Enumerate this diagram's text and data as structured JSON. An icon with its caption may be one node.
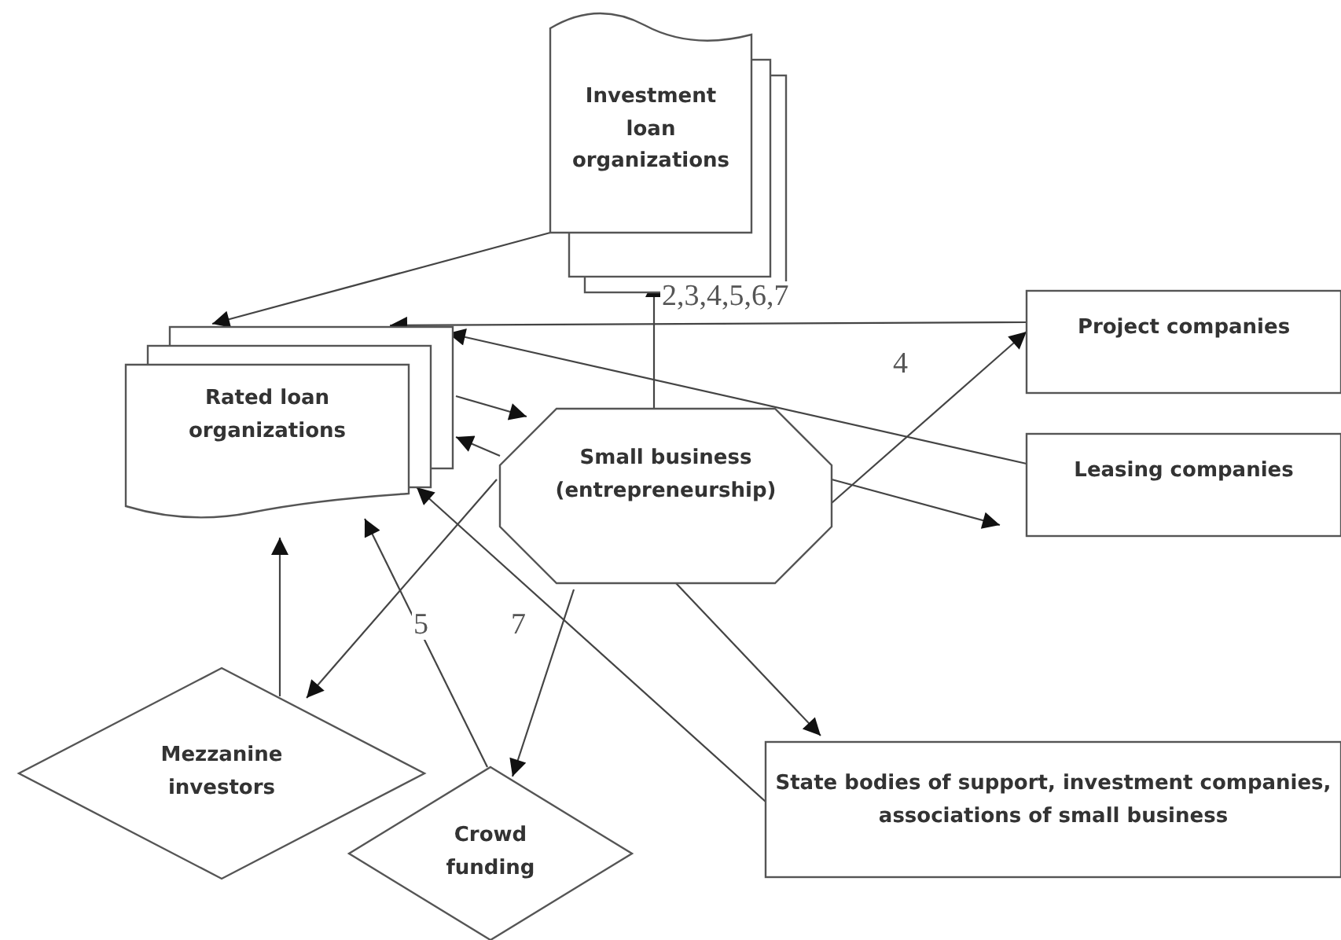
{
  "diagram": {
    "nodes": [
      {
        "text": [
          "Investment loan organizations"
        ]
      },
      {
        "text": [
          "Rated loan organizations"
        ]
      },
      {
        "text": [
          "Small business (entrepreneurship)"
        ]
      },
      {
        "text": [
          "Project companies"
        ]
      },
      {
        "text": [
          "Leasing companies"
        ]
      },
      {
        "text": [
          "Mezzanine investors"
        ]
      },
      {
        "text": [
          "Crowd funding"
        ]
      },
      {
        "text": [
          "State bodies of support, investment companies, associations of small business"
        ]
      }
    ],
    "edges": [
      {
        "from": 0,
        "to": 1,
        "arrow": "to"
      },
      {
        "from": 3,
        "to": 1,
        "arrow": "to"
      },
      {
        "from": 4,
        "to": 1,
        "arrow": "to"
      },
      {
        "from": 1,
        "to": 2,
        "arrow": "to"
      },
      {
        "from": 2,
        "to": 1,
        "arrow": "to"
      },
      {
        "from": 2,
        "to": 0,
        "arrow": "to",
        "label": "2,3,4,5,6,7"
      },
      {
        "from": 2,
        "to": 3,
        "arrow": "to",
        "label": "4"
      },
      {
        "from": 2,
        "to": 4,
        "arrow": "to"
      },
      {
        "from": 2,
        "to": 5,
        "arrow": "to"
      },
      {
        "from": 5,
        "to": 1,
        "arrow": "to"
      },
      {
        "from": 6,
        "to": 1,
        "arrow": "to",
        "label": "5"
      },
      {
        "from": 2,
        "to": 6,
        "arrow": "to",
        "label": "7"
      },
      {
        "from": 7,
        "to": 1,
        "arrow": "to"
      },
      {
        "from": 2,
        "to": 7,
        "arrow": "to"
      }
    ]
  }
}
